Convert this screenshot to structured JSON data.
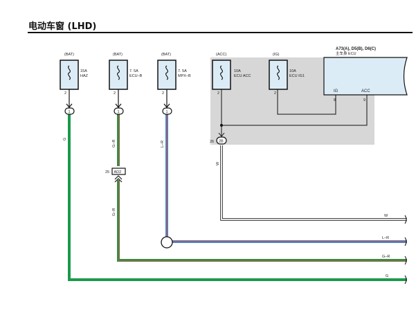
{
  "title": "电动车窗 (LHD)",
  "fuses": [
    {
      "source": "(BAT)",
      "rating": "15A",
      "name": "HAZ",
      "pin": "2",
      "connector": "1"
    },
    {
      "source": "(BAT)",
      "rating": "7. 5A",
      "name": "ECU–B",
      "pin": "2",
      "connector": "1"
    },
    {
      "source": "(BAT)",
      "rating": "7. 5A",
      "name": "MPX–B",
      "pin": "2",
      "connector": "1"
    },
    {
      "source": "(ACC)",
      "rating": "10A",
      "name": "ECU ACC",
      "pin": "2"
    },
    {
      "source": "(IG)",
      "rating": "10A",
      "name": "ECU IG1",
      "pin": "2"
    }
  ],
  "ecu": {
    "code": "A73(A), D5(B), D6(C)",
    "name": "主车身 ECU",
    "pins": [
      {
        "label": "IG",
        "number": "8"
      },
      {
        "label": "ACC",
        "number": "9"
      }
    ]
  },
  "connectors": {
    "c2B": {
      "number": "26",
      "label": "2B"
    },
    "cAD2": {
      "number": "25",
      "label": "AD2"
    }
  },
  "wires": {
    "g": "G",
    "gr": "G–R",
    "lr": "L–R",
    "w": "W"
  },
  "colors": {
    "green": "#1a9a4a",
    "red": "#d9443a",
    "blue": "#3b8fd6",
    "black": "#111111",
    "shade": "#d7d7d7",
    "ecu_fill": "#dcecf7"
  }
}
